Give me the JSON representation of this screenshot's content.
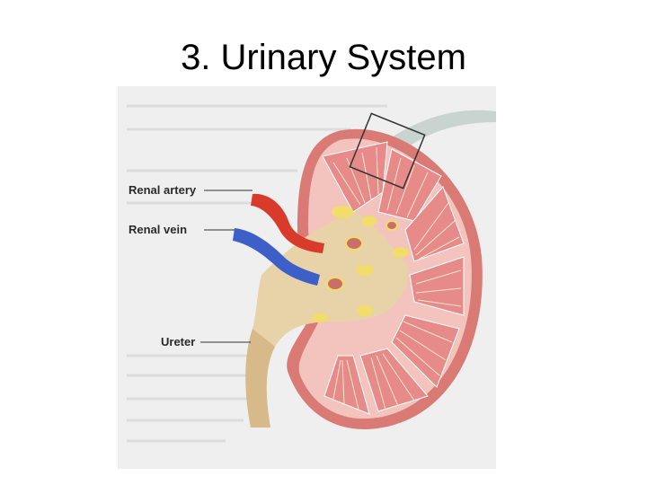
{
  "slide": {
    "title": "3. Urinary System"
  },
  "diagram": {
    "labels": {
      "renal_artery": "Renal artery",
      "renal_vein": "Renal vein",
      "ureter": "Ureter"
    },
    "colors": {
      "background": "#efefef",
      "capsule": "#d97a74",
      "cortex": "#f3c3bd",
      "pyramid": "#e78b8a",
      "pelvis": "#e8d3a8",
      "artery": "#d83a2c",
      "vein": "#3c5fc8",
      "fat": "#f2dc6a"
    },
    "icons": {
      "zoom_box": "square-outline"
    }
  }
}
